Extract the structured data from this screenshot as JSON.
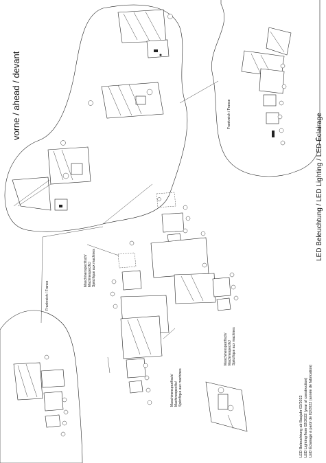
{
  "header": {
    "title": "LED Beleuchtung / LED Lighting / LED Éclairage"
  },
  "labels": {
    "front": "vorne / ahead / devant",
    "country_top": "Frankreich / France",
    "country_left": "Frankreich / France",
    "machine_specific_1": [
      "Maschinenspezifisch/",
      "Machinespecific/",
      "Spécifique aux machines"
    ],
    "machine_specific_2": [
      "Maschinenspezifisch/",
      "Machinespecific/",
      "Spécifique aux machines"
    ],
    "machine_specific_3": [
      "Maschinenspezifisch/",
      "Machinespecific/",
      "Spécifique aux machines"
    ]
  },
  "footnote": {
    "line1": "LED Beleuchtung  ab Baujahr 02/2022",
    "line2": "LED Lighting from 02/2022 (year of construction)",
    "line3": "LED Éclairage à partir de 02/2022 (année de fabrication)"
  }
}
